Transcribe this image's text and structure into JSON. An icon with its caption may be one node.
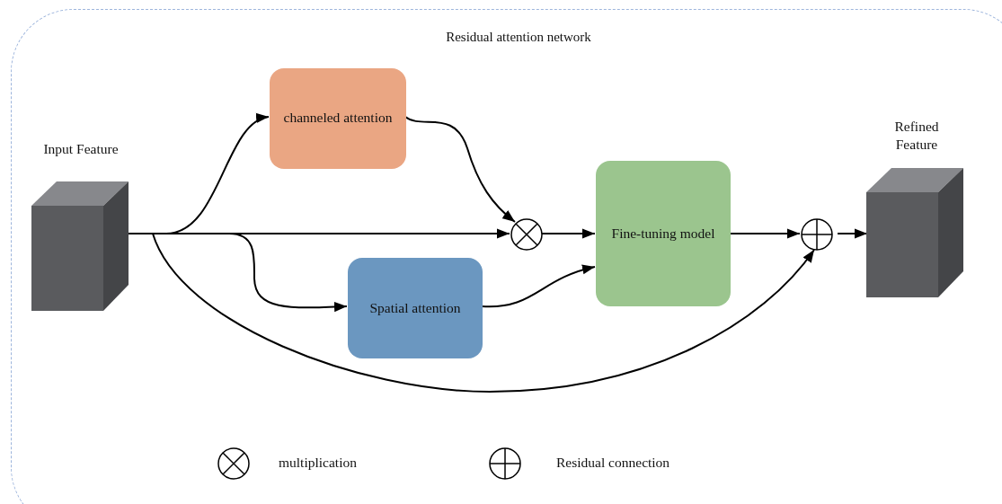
{
  "diagram": {
    "nodes": [
      {
        "text": [
          "Residual attention network"
        ]
      },
      {
        "text": [
          "Input Feature"
        ],
        "in": 0
      },
      {
        "text": [
          "channeled attention"
        ],
        "in": 0
      },
      {
        "text": [
          "Spatial attention"
        ],
        "in": 0
      },
      {
        "text": [],
        "shape": "circle",
        "in": 0
      },
      {
        "text": [
          "Fine-tuning model"
        ],
        "in": 0
      },
      {
        "text": [],
        "shape": "circle",
        "in": 0
      },
      {
        "text": [
          "Refined Feature"
        ],
        "in": 0
      }
    ],
    "edges": [
      {
        "from": 1,
        "to": 2,
        "arrow": "to"
      },
      {
        "from": 1,
        "to": 4,
        "arrow": "to"
      },
      {
        "from": 1,
        "to": 3,
        "arrow": "to"
      },
      {
        "from": 1,
        "to": 6,
        "arrow": "to"
      },
      {
        "from": 2,
        "to": 4,
        "arrow": "to"
      },
      {
        "from": 3,
        "to": 5,
        "arrow": "to"
      },
      {
        "from": 4,
        "to": 5,
        "arrow": "to"
      },
      {
        "from": 5,
        "to": 6,
        "arrow": "to"
      },
      {
        "from": 6,
        "to": 7,
        "arrow": "to"
      }
    ],
    "legend": [
      {
        "text": "multiplication"
      },
      {
        "text": "Residual connection"
      }
    ]
  }
}
